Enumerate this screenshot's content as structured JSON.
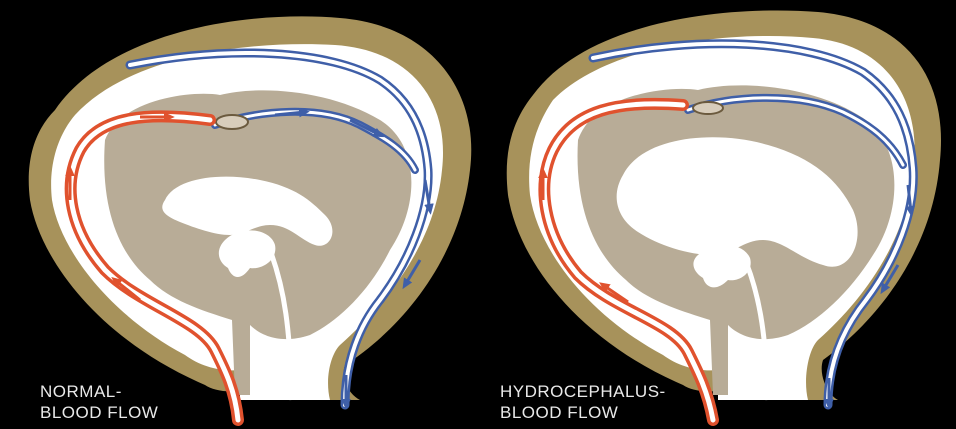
{
  "panels": [
    {
      "id": "normal",
      "caption": [
        "NORMAL-",
        "BLOOD FLOW"
      ]
    },
    {
      "id": "hydro",
      "caption": [
        "HYDROCEPHALUS-",
        "BLOOD FLOW"
      ]
    }
  ],
  "colors": {
    "background": "#000000",
    "skull": "#a7925b",
    "brain": "#b8ac97",
    "csf_space": "#ffffff",
    "arterial": "#e0522e",
    "venous": "#3f5fa8",
    "caption": "#e9e9e9"
  }
}
